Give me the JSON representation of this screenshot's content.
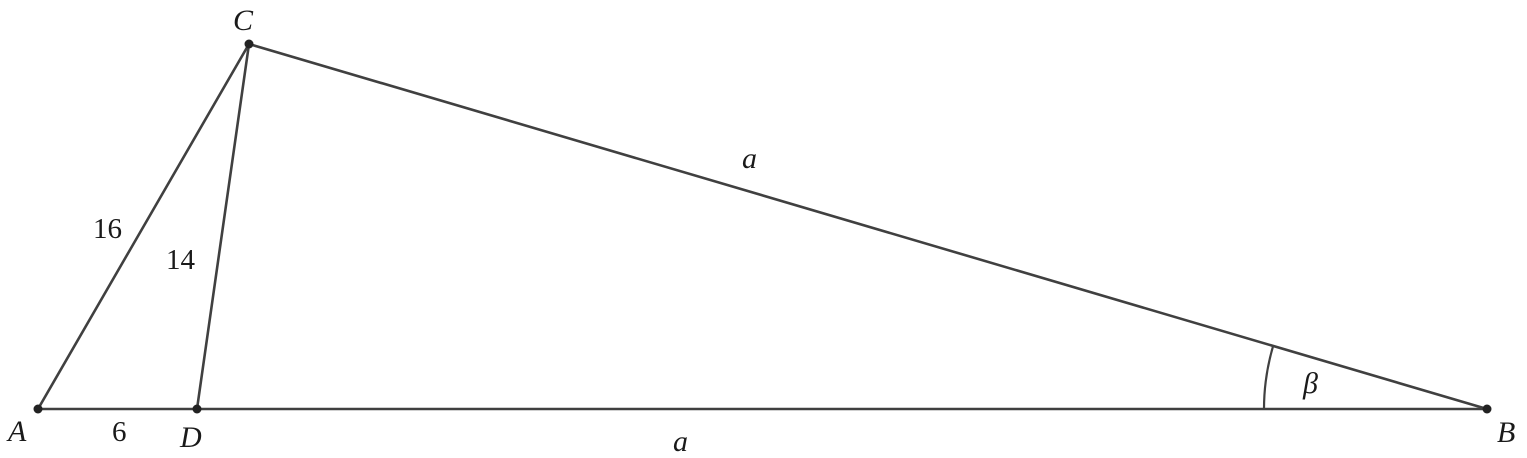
{
  "points": {
    "A": "A",
    "B": "B",
    "C": "C",
    "D": "D"
  },
  "lengths": {
    "AC": "16",
    "CD": "14",
    "AD": "6",
    "CB": "a",
    "DB": "a"
  },
  "angle_B": "β"
}
